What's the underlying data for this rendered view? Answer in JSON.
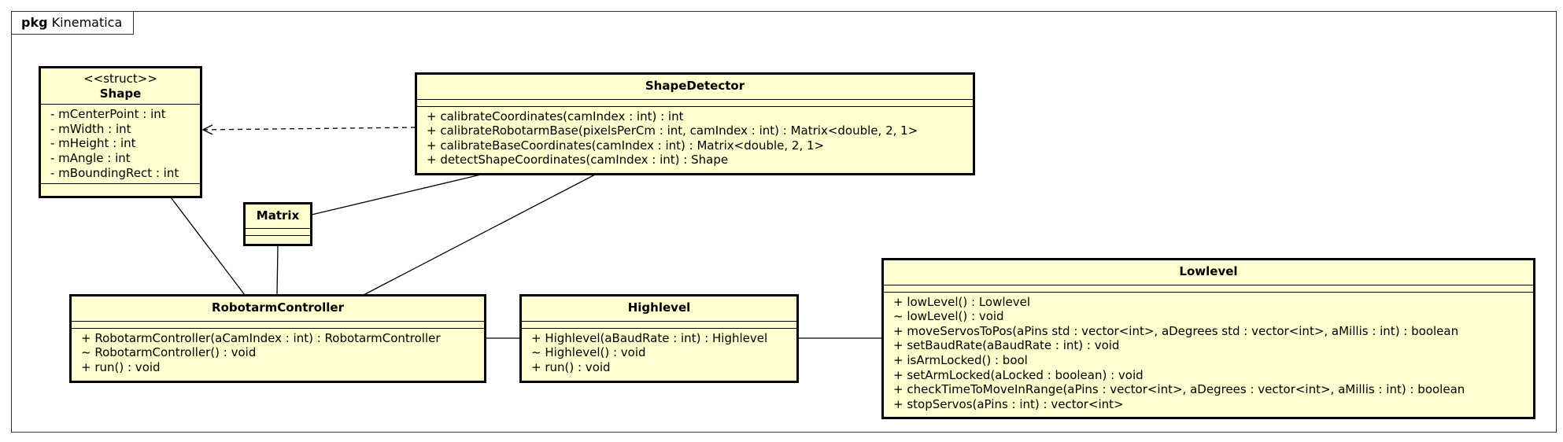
{
  "package": {
    "keyword": "pkg",
    "name": "Kinematica"
  },
  "classes": {
    "shape": {
      "stereotype": "<<struct>>",
      "name": "Shape",
      "attributes": [
        "- mCenterPoint : int",
        "- mWidth : int",
        "- mHeight : int",
        "- mAngle : int",
        "- mBoundingRect : int"
      ],
      "operations": []
    },
    "shapedetector": {
      "name": "ShapeDetector",
      "attributes": [],
      "operations": [
        "+ calibrateCoordinates(camIndex : int) : int",
        "+ calibrateRobotarmBase(pixelsPerCm : int, camIndex : int) : Matrix<double, 2, 1>",
        "+ calibrateBaseCoordinates(camIndex : int) : Matrix<double, 2, 1>",
        "+ detectShapeCoordinates(camIndex : int) : Shape"
      ]
    },
    "matrix": {
      "name": "Matrix",
      "attributes": [],
      "operations": []
    },
    "robotarmcontroller": {
      "name": "RobotarmController",
      "attributes": [],
      "operations": [
        "+ RobotarmController(aCamIndex : int) : RobotarmController",
        "~ RobotarmController() : void",
        "+ run() : void"
      ]
    },
    "highlevel": {
      "name": "Highlevel",
      "attributes": [],
      "operations": [
        "+ Highlevel(aBaudRate : int) : Highlevel",
        "~ Highlevel() : void",
        "+ run() : void"
      ]
    },
    "lowlevel": {
      "name": "Lowlevel",
      "attributes": [],
      "operations": [
        "+ lowLevel() : Lowlevel",
        "~ lowLevel() : void",
        "+ moveServosToPos(aPins std : vector<int>, aDegrees std : vector<int>, aMillis : int) : boolean",
        "+ setBaudRate(aBaudRate : int) : void",
        "+ isArmLocked() : bool",
        "+ setArmLocked(aLocked : boolean) : void",
        "+ checkTimeToMoveInRange(aPins : vector<int>, aDegrees : vector<int>, aMillis : int) : boolean",
        "+ stopServos(aPins : int) : vector<int>"
      ]
    }
  },
  "relations": [
    {
      "from": "shapedetector",
      "to": "shape",
      "kind": "dependency"
    },
    {
      "from": "shape",
      "to": "robotarmcontroller",
      "kind": "association"
    },
    {
      "from": "matrix",
      "to": "robotarmcontroller",
      "kind": "association"
    },
    {
      "from": "matrix",
      "to": "shapedetector",
      "kind": "association"
    },
    {
      "from": "shapedetector",
      "to": "robotarmcontroller",
      "kind": "association"
    },
    {
      "from": "robotarmcontroller",
      "to": "highlevel",
      "kind": "association"
    },
    {
      "from": "highlevel",
      "to": "lowlevel",
      "kind": "association"
    }
  ]
}
